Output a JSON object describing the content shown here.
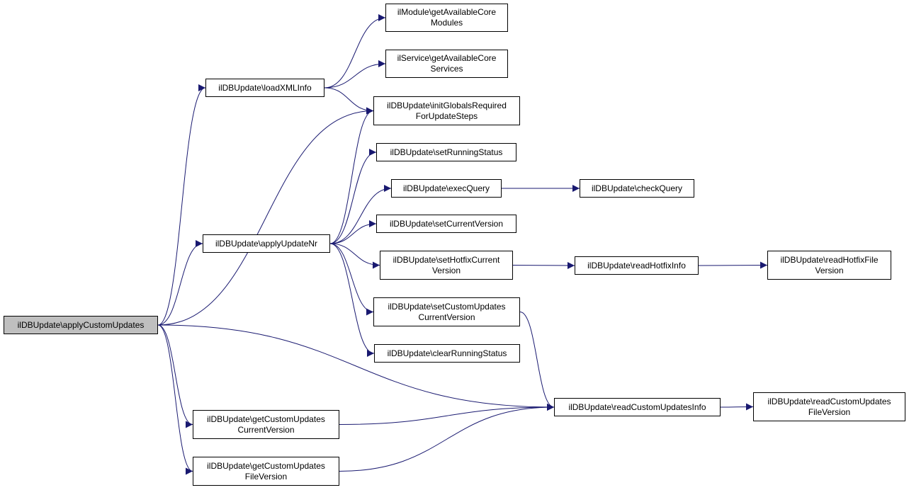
{
  "graph": {
    "edge_color": "#191970",
    "root_fill": "#bfbfbf",
    "nodes": {
      "apply_custom_updates": [
        "ilDBUpdate\\applyCustomUpdates"
      ],
      "load_xml_info": [
        "ilDBUpdate\\loadXMLInfo"
      ],
      "apply_update_nr": [
        "ilDBUpdate\\applyUpdateNr"
      ],
      "get_custom_updates_current_version": [
        "ilDBUpdate\\getCustomUpdates",
        "CurrentVersion"
      ],
      "get_custom_updates_file_version": [
        "ilDBUpdate\\getCustomUpdates",
        "FileVersion"
      ],
      "get_available_core_modules": [
        "ilModule\\getAvailableCore",
        "Modules"
      ],
      "get_available_core_services": [
        "ilService\\getAvailableCore",
        "Services"
      ],
      "init_globals_required": [
        "ilDBUpdate\\initGlobalsRequired",
        "ForUpdateSteps"
      ],
      "set_running_status": [
        "ilDBUpdate\\setRunningStatus"
      ],
      "exec_query": [
        "ilDBUpdate\\execQuery"
      ],
      "set_current_version": [
        "ilDBUpdate\\setCurrentVersion"
      ],
      "set_hotfix_current_version": [
        "ilDBUpdate\\setHotfixCurrent",
        "Version"
      ],
      "set_custom_updates_current_version": [
        "ilDBUpdate\\setCustomUpdates",
        "CurrentVersion"
      ],
      "clear_running_status": [
        "ilDBUpdate\\clearRunningStatus"
      ],
      "read_custom_updates_info": [
        "ilDBUpdate\\readCustomUpdatesInfo"
      ],
      "check_query": [
        "ilDBUpdate\\checkQuery"
      ],
      "read_hotfix_info": [
        "ilDBUpdate\\readHotfixInfo"
      ],
      "read_hotfix_file_version": [
        "ilDBUpdate\\readHotfixFile",
        "Version"
      ],
      "read_custom_updates_file_version": [
        "ilDBUpdate\\readCustomUpdates",
        "FileVersion"
      ]
    },
    "edges": [
      [
        "apply_custom_updates",
        "load_xml_info"
      ],
      [
        "apply_custom_updates",
        "init_globals_required"
      ],
      [
        "apply_custom_updates",
        "apply_update_nr"
      ],
      [
        "apply_custom_updates",
        "read_custom_updates_info"
      ],
      [
        "apply_custom_updates",
        "get_custom_updates_current_version"
      ],
      [
        "apply_custom_updates",
        "get_custom_updates_file_version"
      ],
      [
        "load_xml_info",
        "get_available_core_modules"
      ],
      [
        "load_xml_info",
        "get_available_core_services"
      ],
      [
        "load_xml_info",
        "init_globals_required"
      ],
      [
        "apply_update_nr",
        "init_globals_required"
      ],
      [
        "apply_update_nr",
        "set_running_status"
      ],
      [
        "apply_update_nr",
        "exec_query"
      ],
      [
        "apply_update_nr",
        "set_current_version"
      ],
      [
        "apply_update_nr",
        "set_hotfix_current_version"
      ],
      [
        "apply_update_nr",
        "set_custom_updates_current_version"
      ],
      [
        "apply_update_nr",
        "clear_running_status"
      ],
      [
        "exec_query",
        "check_query"
      ],
      [
        "set_hotfix_current_version",
        "read_hotfix_info"
      ],
      [
        "read_hotfix_info",
        "read_hotfix_file_version"
      ],
      [
        "set_custom_updates_current_version",
        "read_custom_updates_info"
      ],
      [
        "get_custom_updates_current_version",
        "read_custom_updates_info"
      ],
      [
        "get_custom_updates_file_version",
        "read_custom_updates_info"
      ],
      [
        "read_custom_updates_info",
        "read_custom_updates_file_version"
      ]
    ]
  }
}
